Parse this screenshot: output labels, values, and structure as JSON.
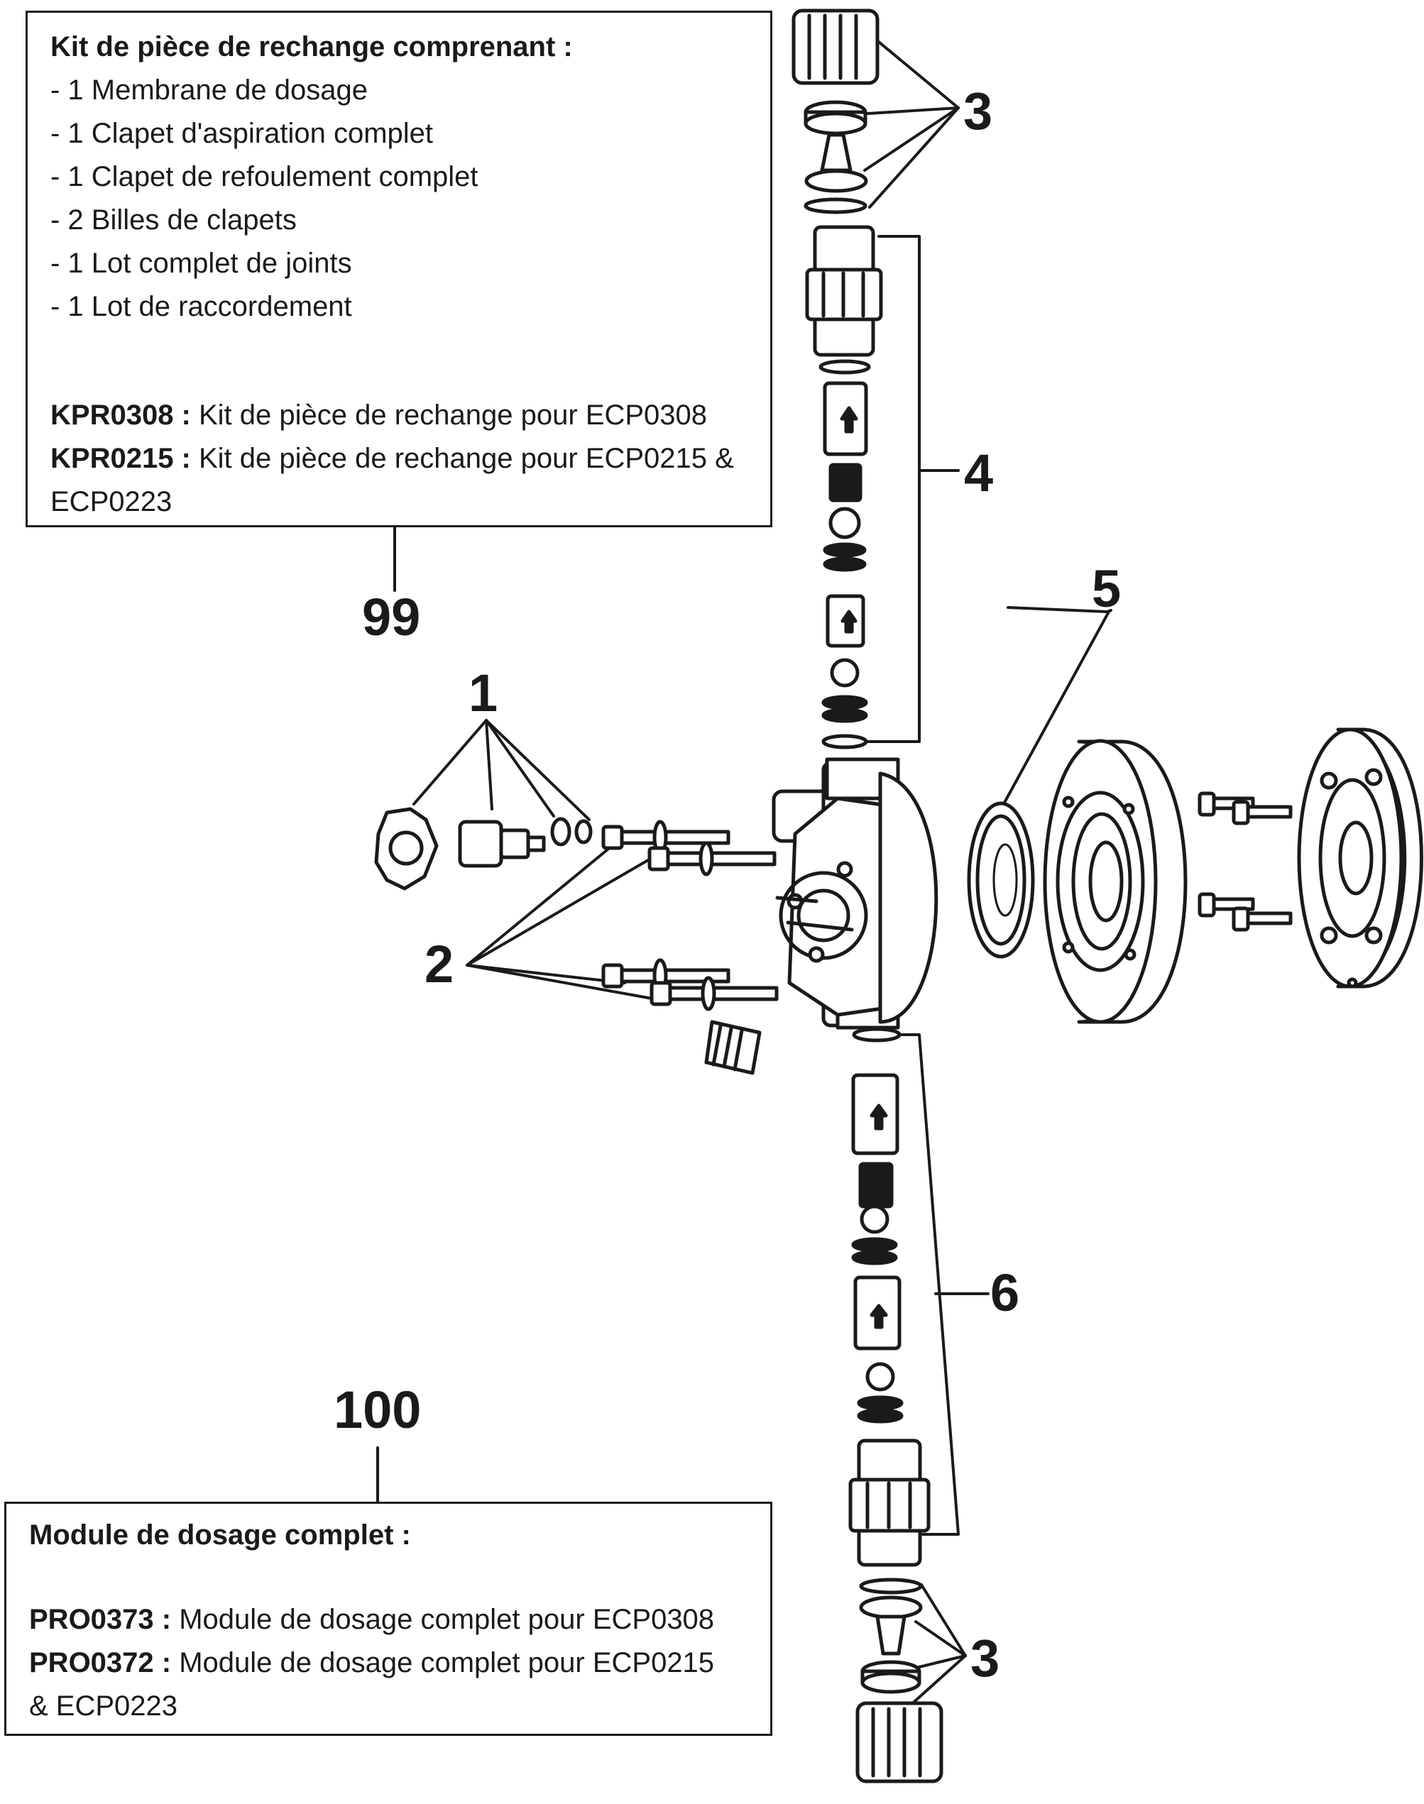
{
  "kit": {
    "title": "Kit de pièce de rechange comprenant :",
    "items": [
      "- 1 Membrane de dosage",
      "- 1 Clapet d'aspiration complet",
      "- 1 Clapet de refoulement complet",
      "- 2 Billes de clapets",
      "- 1 Lot complet de joints",
      "- 1 Lot de raccordement"
    ],
    "refs": [
      {
        "code": "KPR0308 :",
        "text": " Kit de pièce de rechange pour ECP0308"
      },
      {
        "code": "KPR0215 :",
        "text": " Kit de pièce de rechange pour ECP0215 &"
      }
    ],
    "refs_continuation": "ECP0223"
  },
  "module": {
    "title": "Module de dosage complet :",
    "refs": [
      {
        "code": "PRO0373 :",
        "text": " Module de dosage complet pour ECP0308"
      },
      {
        "code": "PRO0372 :",
        "text": " Module de dosage complet pour ECP0215"
      }
    ],
    "refs_continuation": "& ECP0223"
  },
  "callouts": {
    "n1": "1",
    "n2": "2",
    "n3_top": "3",
    "n3_bottom": "3",
    "n4": "4",
    "n5": "5",
    "n6": "6",
    "n99": "99",
    "n100": "100"
  }
}
